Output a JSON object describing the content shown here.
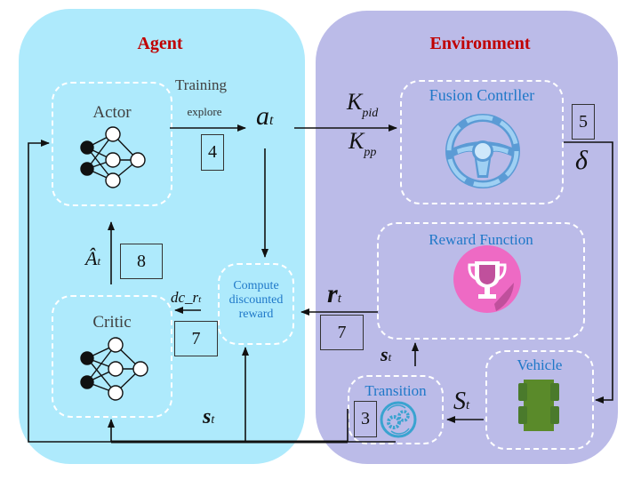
{
  "colors": {
    "agent_bg": "#aeeafc",
    "environment_bg": "#bbbbe8",
    "title_red": "#c00000",
    "module_label_blue": "#1f78c8",
    "steering_blue": "#5b9bd5",
    "trophy_pink": "#ee6ac4",
    "vehicle_green": "#5a8a2a",
    "gear_teal": "#3aa3d0"
  },
  "agent": {
    "title": "Agent",
    "actor": {
      "label": "Actor",
      "icon": "neural-network-icon"
    },
    "critic": {
      "label": "Critic",
      "icon": "neural-network-icon"
    },
    "compute_reward": {
      "label_lines": [
        "Compute",
        "discounted",
        "reward"
      ]
    },
    "training_label": "Training",
    "explore_label": "explore",
    "step_actor_out": "4",
    "step_advantage": "8",
    "step_dc_reward": "7",
    "action_symbol": "a",
    "action_sub": "t",
    "advantage_symbol": "Â",
    "advantage_sub": "t",
    "dc_reward_symbol": "dc_r",
    "dc_reward_sub": "t",
    "state_symbol": "s",
    "state_sub": "t"
  },
  "environment": {
    "title": "Environment",
    "fusion_controller": {
      "label": "Fusion Contrller",
      "icon": "steering-wheel-icon"
    },
    "reward_function": {
      "label": "Reward Function",
      "icon": "trophy-icon"
    },
    "vehicle": {
      "label": "Vehicle",
      "icon": "car-top-view-icon"
    },
    "transition": {
      "label": "Transition",
      "icon": "gears-cycle-icon"
    },
    "kpid_main": "K",
    "kpid_sub": "pid",
    "kpp_main": "K",
    "kpp_sub": "pp",
    "step_controller_out": "5",
    "delta_symbol": "δ",
    "step_reward_out": "7",
    "reward_symbol": "r",
    "reward_sub": "t",
    "step_transition": "3",
    "state_up_symbol": "s",
    "state_up_sub": "t",
    "vehicle_state_symbol": "S",
    "vehicle_state_sub": "t"
  }
}
